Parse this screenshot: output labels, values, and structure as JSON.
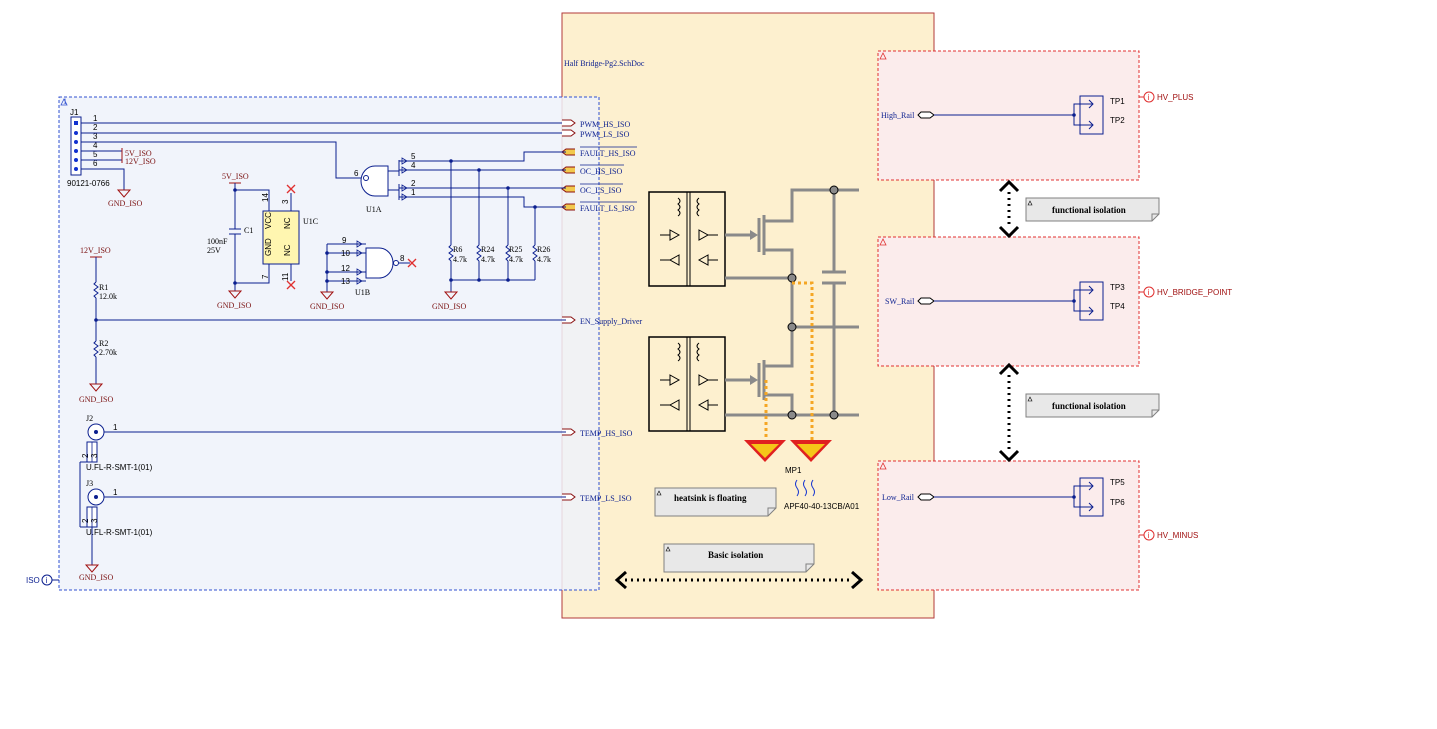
{
  "sheet": {
    "title": "Half Bridge-Pg2.SchDoc"
  },
  "iso_box": {
    "marker": "1",
    "port_label": "ISO"
  },
  "connector_j1": {
    "ref": "J1",
    "part": "90121-0766",
    "pins": [
      "1",
      "2",
      "3",
      "4",
      "5",
      "6"
    ],
    "net_5v": "5V_ISO",
    "net_12v": "12V_ISO",
    "gnd": "GND_ISO"
  },
  "sheet_entries": [
    {
      "label": "PWM_HS_ISO"
    },
    {
      "label": "PWM_LS_ISO"
    },
    {
      "label": "FAULT_HS_ISO"
    },
    {
      "label": "OC_HS_ISO"
    },
    {
      "label": "OC_LS_ISO"
    },
    {
      "label": "FAULT_LS_ISO"
    },
    {
      "label": "EN_Supply_Driver"
    },
    {
      "label": "TEMP_HS_ISO"
    },
    {
      "label": "TEMP_LS_ISO"
    }
  ],
  "u1c": {
    "ref": "U1C",
    "supply": "5V_ISO",
    "pin_vcc": "VCC",
    "pin_gnd": "GND",
    "pin_nc1": "NC",
    "pin_nc2": "NC",
    "pin14": "14",
    "pin7": "7",
    "pin3": "3",
    "pin11": "11",
    "gnd": "GND_ISO"
  },
  "c1": {
    "ref": "C1",
    "value1": "100nF",
    "value2": "25V",
    "gnd": "GND_ISO"
  },
  "u1a": {
    "ref": "U1A",
    "out_pin": "6",
    "in_pins": [
      "5",
      "4",
      "2",
      "1"
    ]
  },
  "u1b": {
    "ref": "U1B",
    "in_pins": [
      "9",
      "10",
      "12",
      "13"
    ],
    "out_pin": "8",
    "gnd": "GND_ISO"
  },
  "pullups": [
    {
      "ref": "R6",
      "value": "4.7k"
    },
    {
      "ref": "R24",
      "value": "4.7k"
    },
    {
      "ref": "R25",
      "value": "4.7k"
    },
    {
      "ref": "R26",
      "value": "4.7k"
    }
  ],
  "pullup_gnd": "GND_ISO",
  "divider": {
    "supply": "12V_ISO",
    "r1_ref": "R1",
    "r1_value": "12.0k",
    "r2_ref": "R2",
    "r2_value": "2.70k",
    "gnd": "GND_ISO"
  },
  "j2": {
    "ref": "J2",
    "pin1": "1",
    "pin2": "2",
    "pin3": "3",
    "part": "U.FL-R-SMT-1(01)"
  },
  "j3": {
    "ref": "J3",
    "pin1": "1",
    "pin2": "2",
    "pin3": "3",
    "part": "U.FL-R-SMT-1(01)",
    "gnd": "GND_ISO"
  },
  "heatsink": {
    "ref": "MP1",
    "part": "APF40-40-13CB/A01"
  },
  "notes": {
    "heatsink": "heatsink is floating",
    "basic": "Basic isolation",
    "functional1": "functional isolation",
    "functional2": "functional isolation"
  },
  "rails": [
    {
      "port": "High_Rail",
      "tp_a": "TP1",
      "tp_b": "TP2",
      "net": "HV_PLUS"
    },
    {
      "port": "SW_Rail",
      "tp_a": "TP3",
      "tp_b": "TP4",
      "net": "HV_BRIDGE_POINT"
    },
    {
      "port": "Low_Rail",
      "tp_a": "TP5",
      "tp_b": "TP6",
      "net": "HV_MINUS"
    }
  ],
  "colors": {
    "wire": "#0b1f8f",
    "net_label": "#a01010",
    "sheet_fill": "#fdf0cf",
    "iso_fill": "#eef2fa",
    "rail_fill": "#fbecec",
    "power_stage": "#8a8a8a",
    "heat_path": "#f5a623"
  }
}
